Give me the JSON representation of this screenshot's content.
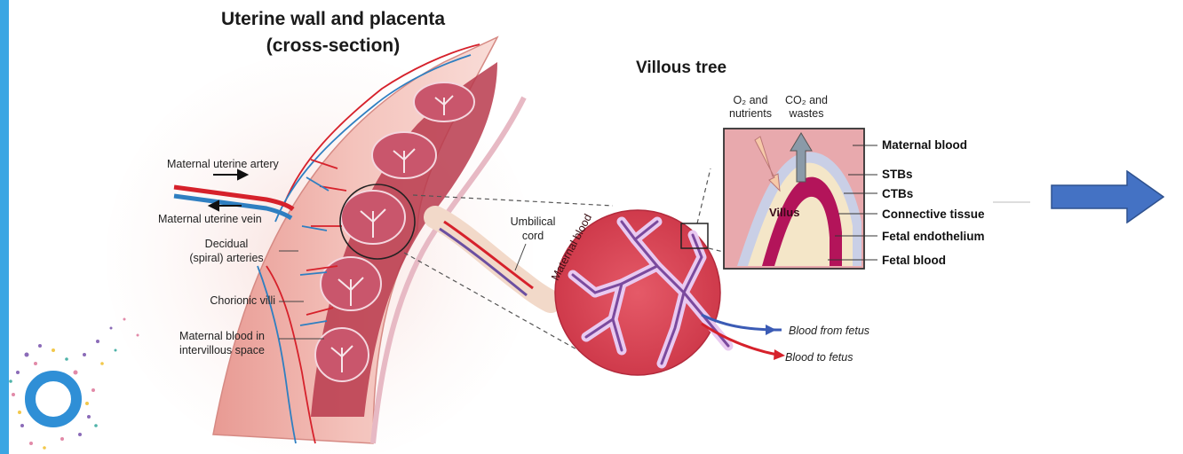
{
  "diagram": {
    "title_line1": "Uterine wall and placenta",
    "title_line2": "(cross-section)",
    "villous_title": "Villous tree",
    "left_labels": {
      "artery": "Maternal uterine artery",
      "vein": "Maternal uterine vein",
      "decidual_1": "Decidual",
      "decidual_2": "(spiral) arteries",
      "chorionic": "Chorionic villi",
      "intervillous_1": "Maternal blood in",
      "intervillous_2": "intervillous space",
      "umbilical_1": "Umbilical",
      "umbilical_2": "cord"
    },
    "circle_labels": {
      "maternal_blood": "Maternal blood",
      "blood_from_fetus": "Blood from fetus",
      "blood_to_fetus": "Blood to fetus"
    },
    "inset_labels": {
      "o2_1": "O₂ and",
      "o2_2": "nutrients",
      "co2_1": "CO₂ and",
      "co2_2": "wastes",
      "villus": "Villus"
    },
    "layer_labels": [
      "Maternal blood",
      "STBs",
      "CTBs",
      "Connective tissue",
      "Fetal endothelium",
      "Fetal blood"
    ]
  },
  "colors": {
    "accent": "#3aa6e3",
    "arrow_blue": "#4472c4",
    "artery_red": "#d6212b",
    "vein_blue": "#2f7fc1",
    "tissue_pink": "#f2b8b0"
  },
  "icons": {
    "logo": "circle-dots-logo",
    "next": "right-arrow-icon"
  }
}
